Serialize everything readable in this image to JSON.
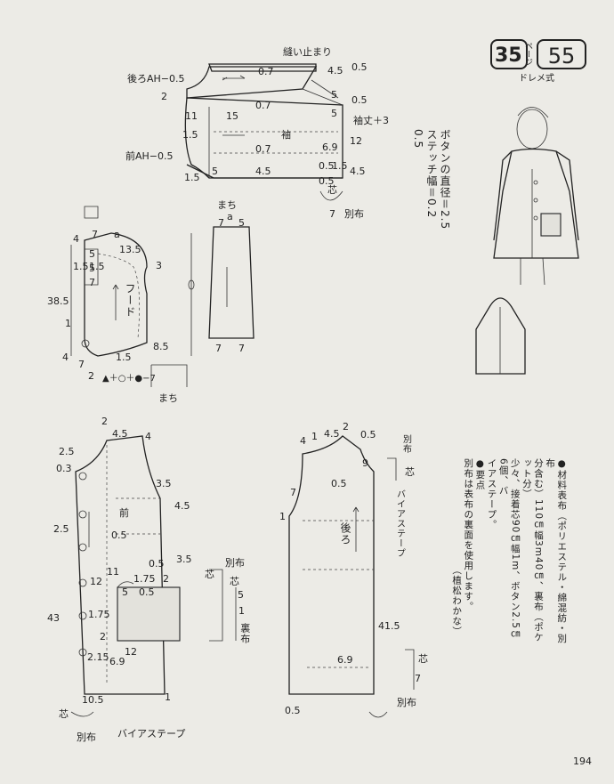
{
  "header": {
    "badge_page": "35",
    "badge_page_unit": "ページ",
    "badge_number": "55",
    "badge_style": "ドレメ式"
  },
  "button_note": [
    "ボタンの直径＝2.5",
    "ステッチ幅＝0.2",
    "0.5"
  ],
  "materials": {
    "heading": "●材料",
    "lines": [
      "表布（ポリエステル・綿混紡・別布",
      "分含む）110㎝幅3m40㎝、裏布（ポケット分）",
      "少々、接着芯90㎝幅1m、ボタン2.5㎝6個、バ",
      "イアステープ。"
    ],
    "points_heading": "●要点",
    "points": [
      "別布は表布の裏面を使用します。"
    ],
    "credit": "（植松わかな）"
  },
  "sleeve": {
    "labels": [
      "縫い止まり",
      "後ろAH−0.5",
      "2",
      "11",
      "15",
      "0.7",
      "0.7",
      "4.5",
      "0.5",
      "0.5",
      "5",
      "5",
      "袖丈＋3",
      "12",
      "1.5",
      "袖",
      "0.7",
      "6.9",
      "前AH−0.5",
      "1.5",
      "5",
      "4.5",
      "4.5",
      "0.5",
      "1.5",
      "0.5",
      "芯",
      "7",
      "別布"
    ]
  },
  "hood": {
    "labels": [
      "4",
      "7",
      "a",
      "13.5",
      "3",
      "5",
      "1.5",
      "1.5",
      "5",
      "7",
      "38.5",
      "フード",
      "1",
      "8.5",
      "4",
      "7",
      "1.5",
      "2",
      "▲＋○＋●−7",
      "まち"
    ]
  },
  "gusset": {
    "labels": [
      "まち",
      "a",
      "7",
      "5",
      "7",
      "7"
    ]
  },
  "front": {
    "labels": [
      "2",
      "4.5",
      "4",
      "2.5",
      "0.3",
      "3.5",
      "4.5",
      "2.5",
      "前",
      "0.5",
      "0.5",
      "3.5",
      "11",
      "12",
      "1.75",
      "2",
      "5",
      "0.5",
      "1.75",
      "2",
      "43",
      "12",
      "2.15",
      "6.9",
      "10.5",
      "1",
      "芯",
      "別布",
      "バイアステープ",
      "別布",
      "芯",
      "芯",
      "5",
      "裏布",
      "1"
    ]
  },
  "back": {
    "labels": [
      "4",
      "1",
      "4.5",
      "2",
      "0.5",
      "別布",
      "9",
      "芯",
      "0.5",
      "7",
      "バイアステープ",
      "1",
      "後ろ",
      "41.5",
      "6.9",
      "芯",
      "7",
      "0.5",
      "別布"
    ]
  },
  "page_number": "194"
}
